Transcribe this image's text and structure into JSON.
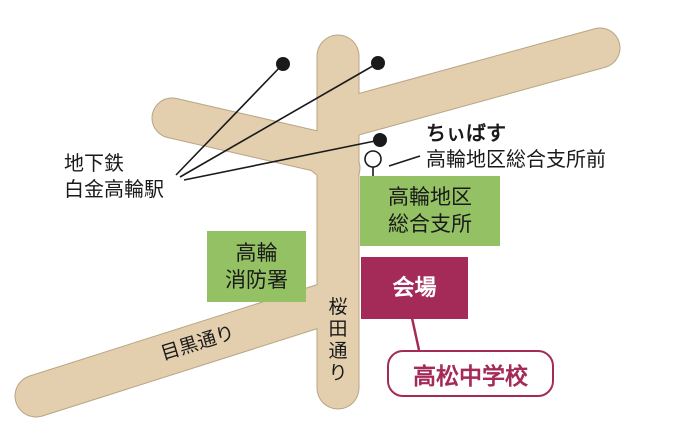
{
  "colors": {
    "road": "#e3cfae",
    "road_edge": "#b8a584",
    "facility_box": "#93c163",
    "venue": "#a42a57",
    "line": "#1a1a1a"
  },
  "roads": {
    "meguro_dori": "目黒通り",
    "sakurada_dori": "桜田通り"
  },
  "labels": {
    "subway_line1": "地下鉄",
    "subway_line2": "白金高輪駅",
    "bus_line1": "ちぃばす",
    "bus_line2": "高輪地区総合支所前"
  },
  "facilities": {
    "fire_station_line1": "高輪",
    "fire_station_line2": "消防署",
    "branch_office_line1": "高輪地区",
    "branch_office_line2": "総合支所",
    "venue": "会場",
    "school": "高松中学校"
  },
  "icons": {
    "station_exit": "black-dot",
    "bus_stop": "bus-stop-sign"
  }
}
